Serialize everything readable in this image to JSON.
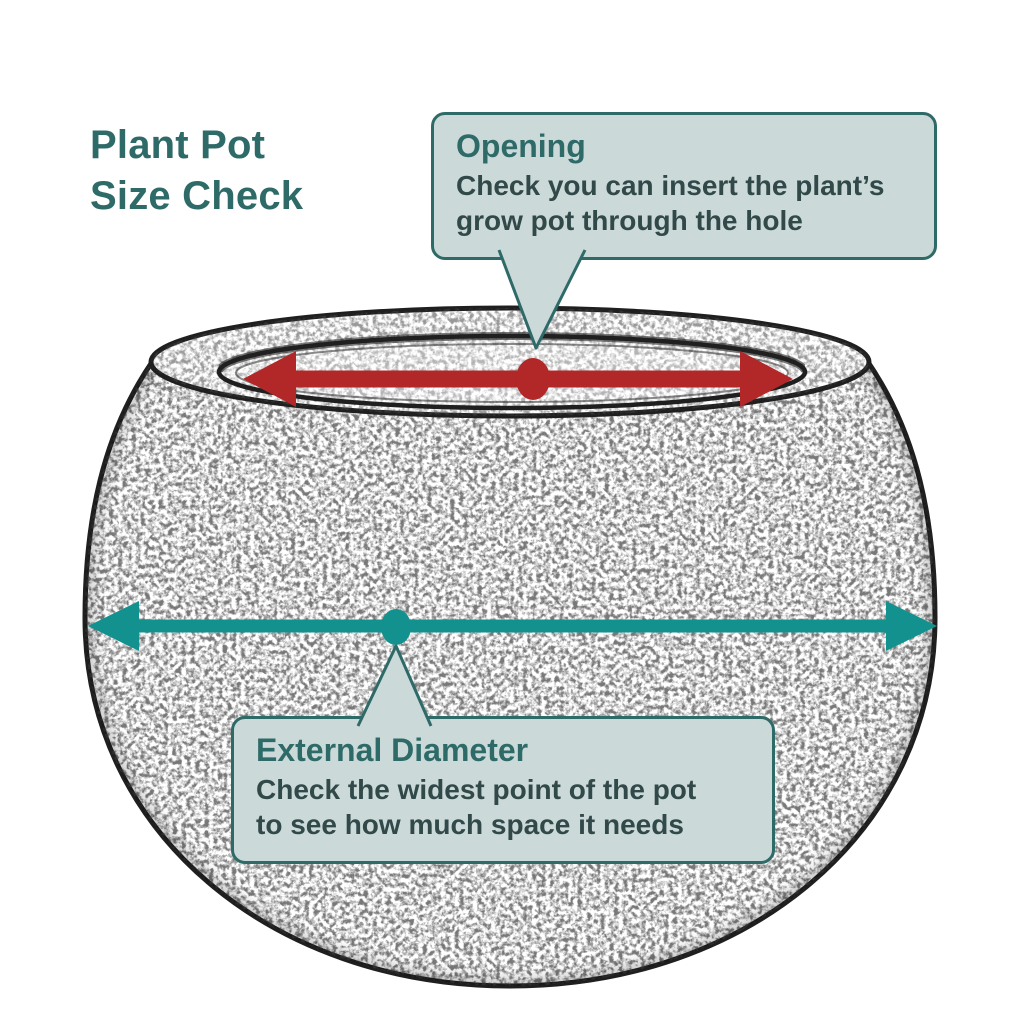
{
  "title": {
    "text": "Plant Pot\nSize Check"
  },
  "callouts": {
    "opening": {
      "title": "Opening",
      "body": "Check you can insert the plant’s\ngrow pot through the hole"
    },
    "external_diameter": {
      "title": "External Diameter",
      "body": "Check the widest point of the pot\nto see how much space it needs"
    }
  },
  "diagram": {
    "subject": "round ceramic plant pot sketch with top opening",
    "markers": {
      "opening_dot": "red center dot on opening arrow",
      "diameter_dot": "teal center dot on external diameter arrow"
    },
    "arrows": [
      {
        "name": "opening-width-arrow",
        "color": "#b22727",
        "style": "double-headed horizontal across pot opening"
      },
      {
        "name": "external-diameter-arrow",
        "color": "#13918e",
        "style": "double-headed horizontal across widest point of pot"
      }
    ]
  },
  "colors": {
    "heading_teal": "#2e6b68",
    "callout_fill": "#ccd9d9",
    "callout_border": "#2e6b68",
    "body_text": "#32494a",
    "opening_arrow_red": "#b22727",
    "diameter_arrow_teal": "#13918e",
    "sketch_ink": "#1f1f1f",
    "background": "#ffffff"
  }
}
